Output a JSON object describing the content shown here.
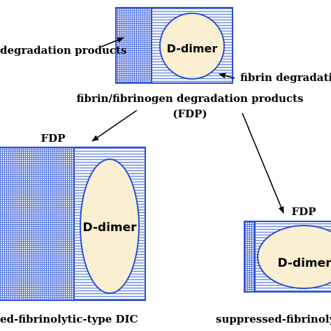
{
  "colors": {
    "border": "#2a4fd6",
    "hatch_line": "#4a6fe0",
    "fill_bg": "#e8edfb",
    "ellipse_fill": "#fbefd2",
    "text": "#000000"
  },
  "top": {
    "left_label": "degradation products",
    "dimer": "D-dimer",
    "right_label": "fibrin degradati",
    "caption_line1": "fibrin/fibrinogen degradation products",
    "caption_line2": "(FDP)"
  },
  "left": {
    "fdp": "FDP",
    "dimer": "D-dimer",
    "caption": "ed-fibrinolytic-type DIC"
  },
  "right": {
    "fdp": "FDP",
    "dimer": "D-dimer",
    "caption": "suppressed-fibrinoly"
  }
}
